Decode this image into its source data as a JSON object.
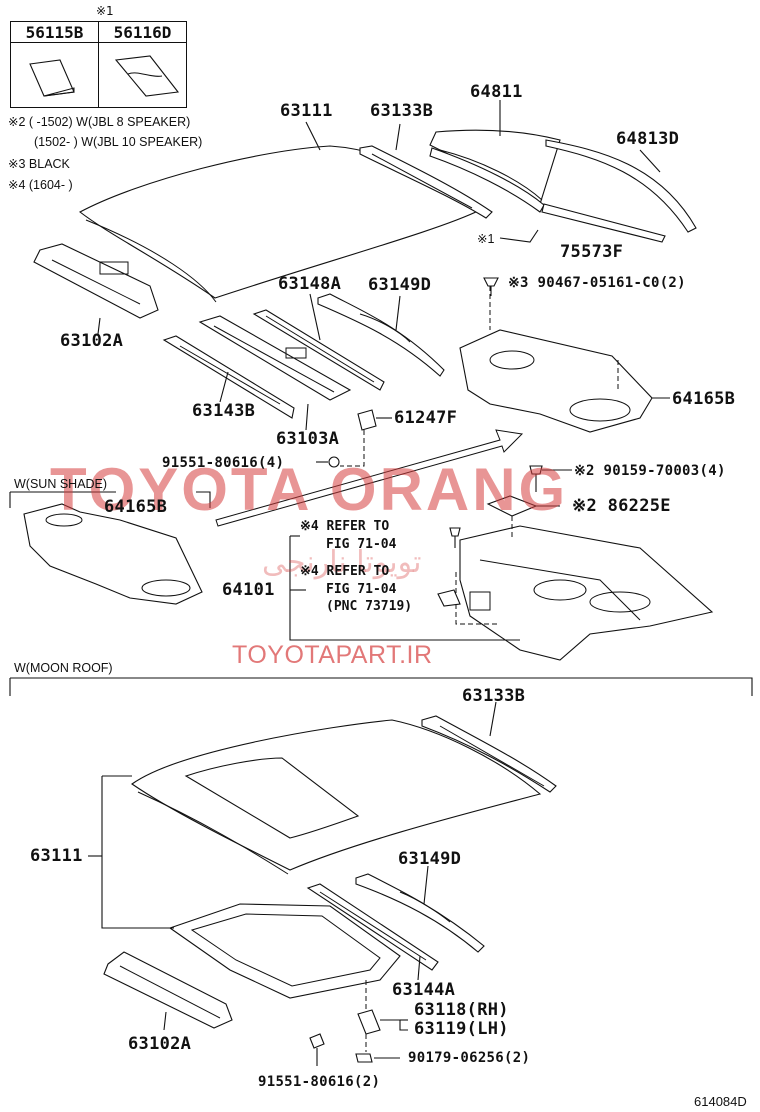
{
  "header_table": {
    "mark": "※1",
    "col1": "56115B",
    "col2": "56116D"
  },
  "notes": {
    "n2a": "※2 (     -1502) W(JBL 8 SPEAKER)",
    "n2b": "(1502-     ) W(JBL 10 SPEAKER)",
    "n3": "※3 BLACK",
    "n4": "※4 (1604-     )"
  },
  "parts": {
    "p63111_top": "63111",
    "p63133B_top": "63133B",
    "p64811": "64811",
    "p64813D": "64813D",
    "p75573F": "75573F",
    "p75573F_mark": "※1",
    "p90467": "※3 90467-05161-C0(2)",
    "p63102A_top": "63102A",
    "p63148A": "63148A",
    "p63149D_top": "63149D",
    "p64165B_right": "64165B",
    "p63143B": "63143B",
    "p63103A": "63103A",
    "p61247F": "61247F",
    "p91551_top": "91551-80616(4)",
    "p90159": "※2 90159-70003(4)",
    "p86225E": "※2 86225E",
    "p64165B_left": "64165B",
    "p64101": "64101",
    "p63133B_bottom": "63133B",
    "p63111_bottom": "63111",
    "p63149D_bottom": "63149D",
    "p63144A": "63144A",
    "p63118": "63118(RH)",
    "p63119": "63119(LH)",
    "p63102A_bottom": "63102A",
    "p90179": "90179-06256(2)",
    "p91551_bottom": "91551-80616(2)"
  },
  "refs": {
    "ref1_line1": "※4 REFER TO",
    "ref1_line2": "FIG 71-04",
    "ref2_line1": "※4 REFER TO",
    "ref2_line2": "FIG 71-04",
    "ref2_line3": "(PNC 73719)"
  },
  "sections": {
    "sun_shade": "W(SUN SHADE)",
    "moon_roof": "W(MOON ROOF)"
  },
  "watermarks": {
    "big": "TOYOTA ORANG",
    "persian": "تويوتا نارنجی",
    "url": "TOYOTAPART.IR"
  },
  "figure_id": "614084D",
  "colors": {
    "watermark": "#d63e3e",
    "ink": "#111111"
  }
}
